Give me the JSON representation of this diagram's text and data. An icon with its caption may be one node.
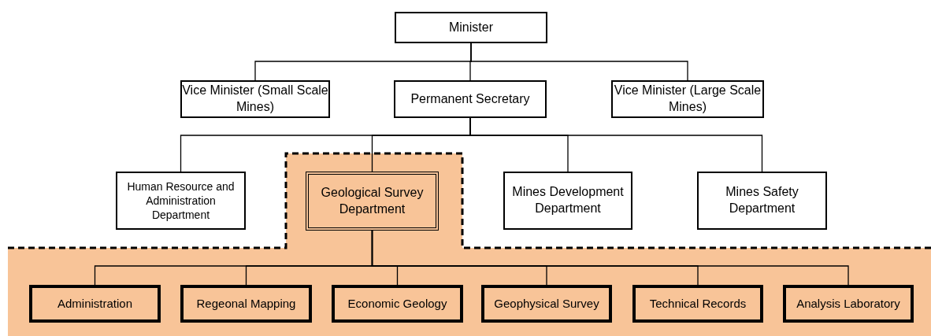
{
  "diagram": {
    "nodes": [
      {
        "text": [
          "Minister"
        ]
      },
      {
        "text": [
          "Vice Minister (Small Scale Mines)"
        ]
      },
      {
        "text": [
          "Permanent Secretary"
        ]
      },
      {
        "text": [
          "Vice Minister (Large Scale Mines)"
        ]
      },
      {
        "text": [
          "Human Resource and Administration Department"
        ]
      },
      {
        "text": [
          "Geological Survey Department"
        ]
      },
      {
        "text": [
          "Mines Development Department"
        ]
      },
      {
        "text": [
          "Mines Safety Department"
        ]
      },
      {
        "text": [
          "Administration"
        ]
      },
      {
        "text": [
          "Regeonal Mapping"
        ]
      },
      {
        "text": [
          "Economic Geology"
        ]
      },
      {
        "text": [
          "Geophysical Survey"
        ]
      },
      {
        "text": [
          "Technical Records"
        ]
      },
      {
        "text": [
          "Analysis Laboratory"
        ]
      }
    ],
    "edges": [
      {
        "from": 0,
        "to": 1,
        "arrow": "none"
      },
      {
        "from": 0,
        "to": 2,
        "arrow": "none"
      },
      {
        "from": 0,
        "to": 3,
        "arrow": "none"
      },
      {
        "from": 2,
        "to": 4,
        "arrow": "none"
      },
      {
        "from": 2,
        "to": 5,
        "arrow": "none"
      },
      {
        "from": 2,
        "to": 6,
        "arrow": "none"
      },
      {
        "from": 2,
        "to": 7,
        "arrow": "none"
      },
      {
        "from": 5,
        "to": 8,
        "arrow": "none"
      },
      {
        "from": 5,
        "to": 9,
        "arrow": "none"
      },
      {
        "from": 5,
        "to": 10,
        "arrow": "none"
      },
      {
        "from": 5,
        "to": 11,
        "arrow": "none"
      },
      {
        "from": 5,
        "to": 12,
        "arrow": "none"
      },
      {
        "from": 5,
        "to": 13,
        "arrow": "none"
      }
    ]
  }
}
